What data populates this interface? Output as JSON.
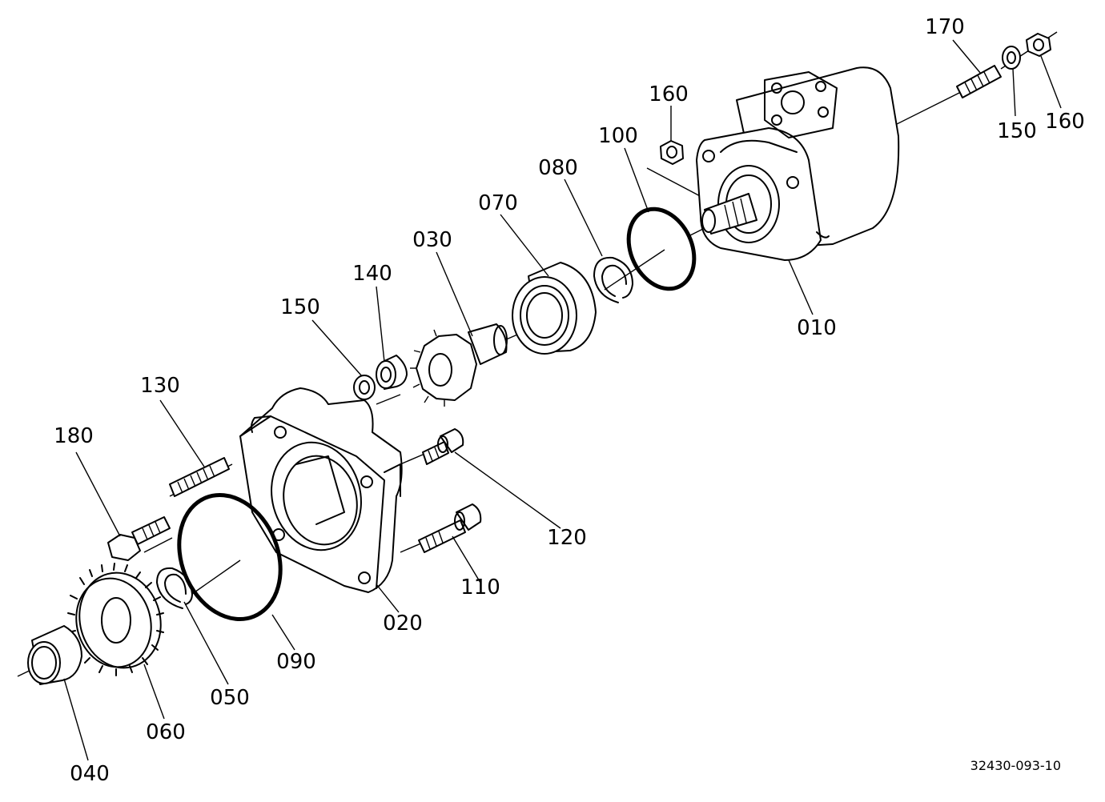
{
  "diagram": {
    "reference": "32430-093-10",
    "callouts": [
      "170",
      "160",
      "150",
      "160",
      "100",
      "080",
      "070",
      "030",
      "140",
      "150",
      "010",
      "130",
      "180",
      "120",
      "110",
      "020",
      "090",
      "050",
      "060",
      "040"
    ]
  }
}
